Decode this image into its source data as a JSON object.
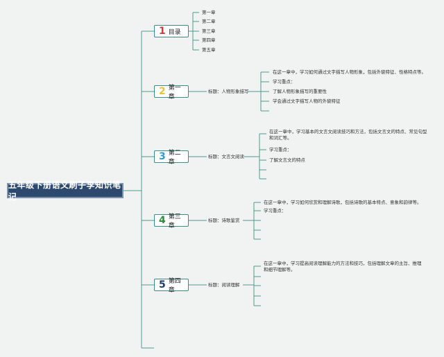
{
  "root": {
    "title": "五年级下册语文刷子李知识笔记"
  },
  "catalog": {
    "num": "1",
    "num_color": "#d23a3a",
    "label": "目录",
    "items": [
      "第一章",
      "第二章",
      "第三章",
      "第四章",
      "第五章"
    ]
  },
  "chapters": [
    {
      "num": "2",
      "num_color": "#e8c43a",
      "label": "第一章",
      "topic": "标题：人物形象描写",
      "desc": "在这一章中，学习如何通过文字描写人物形象，包括外貌特征、性格特点等。",
      "key_title": "学习重点：",
      "points": [
        "了解人物形象描写的重要性",
        "学会通过文字描写人物的外貌特征"
      ]
    },
    {
      "num": "3",
      "num_color": "#2f9ad0",
      "label": "第二章",
      "topic": "标题：文言文阅读",
      "desc": "在这一章中，学习基本的文言文阅读技巧和方法，包括文言文的特点、常见句型和词汇等。",
      "key_title": "学习重点：",
      "points": [
        "了解文言文的特点"
      ]
    },
    {
      "num": "4",
      "num_color": "#2e8b3e",
      "label": "第三章",
      "topic": "标题：诗歌鉴赏",
      "desc": "在这一章中，学习如何欣赏和理解诗歌，包括诗歌的基本特点、意象和韵律等。",
      "key_title": "学习重点：",
      "points": []
    },
    {
      "num": "5",
      "num_color": "#1e3a6e",
      "label": "第四章",
      "topic": "标题：阅读理解",
      "desc": "在这一章中，学习提高阅读理解能力的方法和技巧，包括理解文章的主旨、推理和细节理解等。",
      "key_title": "",
      "points": []
    }
  ]
}
